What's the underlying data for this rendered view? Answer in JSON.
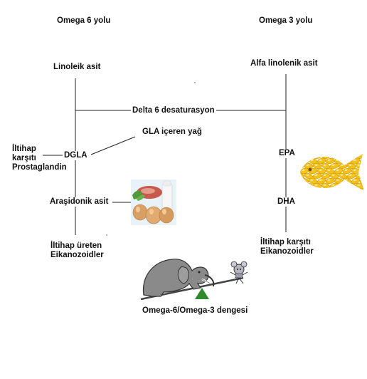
{
  "headers": {
    "omega6": "Omega 6 yolu",
    "omega3": "Omega 3 yolu"
  },
  "omega6_path": {
    "linoleic": "Linoleik asit",
    "dgla": "DGLA",
    "arachidonic": "Araşidonik asit",
    "pro_inflammatory": "İltihap üreten\nEikanozoidler"
  },
  "omega3_path": {
    "alpha_linolenic": "Alfa linolenik asit",
    "epa": "EPA",
    "dha": "DHA",
    "anti_inflammatory": "İltihap karşıtı\nEikanozoidler"
  },
  "shared": {
    "delta6": "Delta 6  desaturasyon",
    "gla_oil": "GLA içeren yağ",
    "anti_prostaglandin": "İltihap\nkarşıtı\nProstaglandin",
    "balance": "Omega-6/Omega-3 dengesi"
  },
  "images": {
    "food": "eggs-meat-milk",
    "fish": "fish-oil-capsules",
    "seesaw": "elephant-mouse-seesaw"
  },
  "colors": {
    "line": "#222222",
    "capsule": "#f4c21a",
    "seesaw_base": "#2e8b2e"
  }
}
